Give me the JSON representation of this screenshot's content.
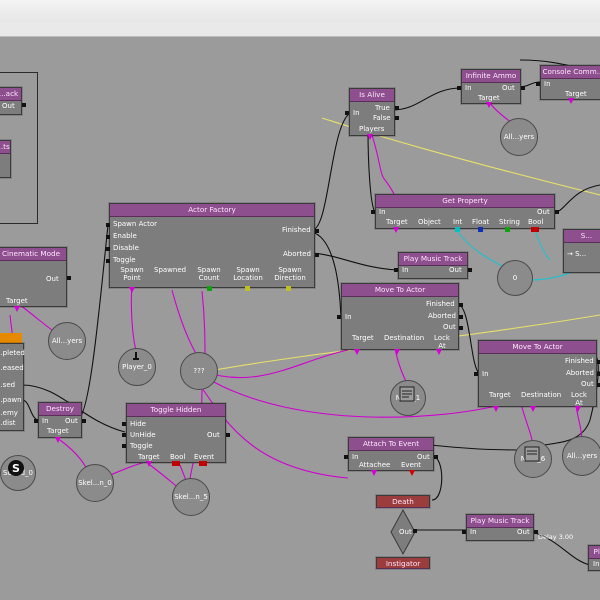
{
  "nodes": {
    "is_alive": {
      "title": "Is Alive",
      "in": "In",
      "true": "True",
      "false": "False",
      "players": "Players"
    },
    "infinite_ammo": {
      "title": "Infinite Ammo",
      "in": "In",
      "out": "Out",
      "target": "Target"
    },
    "console_command": {
      "title": "Console Comm...",
      "in": "In",
      "target": "Target"
    },
    "actor_factory": {
      "title": "Actor Factory",
      "spawn_actor": "Spawn Actor",
      "enable": "Enable",
      "disable": "Disable",
      "toggle": "Toggle",
      "finished": "Finished",
      "aborted": "Aborted",
      "spawn_point": "Spawn Point",
      "spawned": "Spawned",
      "spawn_count": "Spawn Count",
      "spawn_location": "Spawn Location",
      "spawn_direction": "Spawn Direction"
    },
    "get_property": {
      "title": "Get Property",
      "in": "In",
      "out": "Out",
      "target": "Target",
      "object": "Object",
      "int": "Int",
      "float": "Float",
      "string": "String",
      "bool": "Bool"
    },
    "play_music_track_1": {
      "title": "Play Music Track",
      "in": "In",
      "out": "Out"
    },
    "move_to_actor_1": {
      "title": "Move To Actor",
      "in": "In",
      "finished": "Finished",
      "aborted": "Aborted",
      "out": "Out",
      "target": "Target",
      "destination": "Destination",
      "lock_at": "Lock At"
    },
    "move_to_actor_2": {
      "title": "Move To Actor",
      "in": "In",
      "finished": "Finished",
      "aborted": "Aborted",
      "out": "Out",
      "target": "Target",
      "destination": "Destination",
      "lock_at": "Lock At"
    },
    "cinematic_mode": {
      "title": "Cinematic Mode",
      "out": "Out",
      "target": "Target"
    },
    "destroy": {
      "title": "Destroy",
      "in": "In",
      "out": "Out",
      "target": "Target"
    },
    "toggle_hidden": {
      "title": "Toggle Hidden",
      "hide": "Hide",
      "unhide": "UnHide",
      "toggle": "Toggle",
      "out": "Out",
      "target": "Target",
      "bool": "Bool",
      "event": "Event"
    },
    "attach_to_event": {
      "title": "Attach To Event",
      "in": "In",
      "out": "Out",
      "attachee": "Attachee",
      "event": "Event"
    },
    "death": {
      "title": "Death",
      "out": "Out",
      "instigator": "Instigator"
    },
    "play_music_track_2": {
      "title": "Play Music Track",
      "in": "In",
      "out": "Out"
    },
    "left_track": {
      "title": "...ack",
      "out": "Out"
    },
    "left_partial": {
      "title": "...ts",
      "line1": "...pleted",
      "line2": "...eased",
      "line3": "...sed",
      "line4": "...pawn",
      "line5": "...emy",
      "line6": "...dist"
    },
    "right_partial": {
      "title": "S...",
      "line": "→ S..."
    },
    "far_right_partial": {
      "title": "Pl..",
      "line": "In"
    }
  },
  "variables": {
    "all_players_top": "All...yers",
    "all_players_left": "All...yers",
    "int_zero": "0",
    "unknown": "???",
    "player_0": "Player_0",
    "note_1": "Note_1",
    "note_2": "Note_6",
    "all_players_right": "All...yers",
    "skeleton_0": "Skel...n_0",
    "skeleton_1": "Skel...n_5",
    "sound_0": "Sound_0"
  },
  "misc": {
    "delay_label": "Delay 3.00"
  },
  "colors": {
    "node_body": "#7d7d7d",
    "title_bar": "#8d4f8d",
    "wire_event": "#111111",
    "wire_var": "#d000d0",
    "wire_select": "#e8e860",
    "wire_cyan": "#20c0d0"
  }
}
